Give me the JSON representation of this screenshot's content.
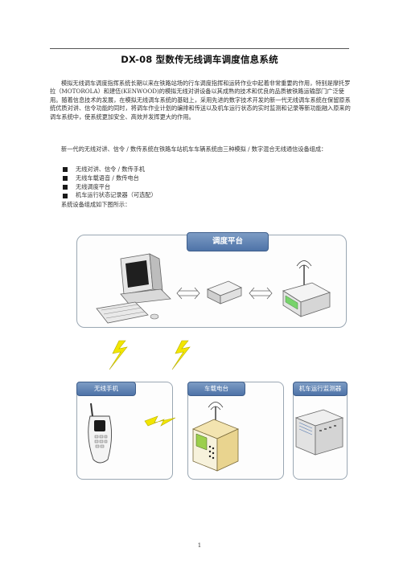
{
  "header": {
    "title": "DX-08 型数传无线调车调度信息系统"
  },
  "body": {
    "paragraph1": "模拟无线调车调度指挥系统长期以来在铁路站场的行车调度指挥和运转作业中起着非常重要的作用，特别是摩托罗拉（MOTOROLA）和建伍(KENWOOD)的模拟无线对讲设备以其成熟的技术和优良的品质被铁路运输部门广泛使用。随着信息技术的发展，在模拟无线调车系统的基础上，采用先进的数字技术开发的新一代无线调车系统在保留原系统优质对讲、信令功能的同时，将调车作业计划的编排和传送以及机车运行状态的实时监测和记录等新功能融入原来的调车系统中，使系统更加安全、高效并发挥更大的作用。",
    "paragraph2": "新一代的无线对讲、信令 / 数传系统在铁路车站机车车辆系统由三种模拟 / 数字混合无线通信设备组成：",
    "bullets": [
      "无线对讲、信令 / 数传手机",
      "无线车载语音 / 数传电台",
      "无线调度平台",
      "机车运行状态记录器（可选配）"
    ],
    "caption": "系统设备组成如下图所示："
  },
  "diagram": {
    "platform_label": "调度平台",
    "handset_label": "无线手机",
    "vehicle_radio_label": "车载电台",
    "monitor_label": "机车运行监测器",
    "accent_color": "#4e73a8",
    "lightning_color": "#f2e600"
  },
  "footer": {
    "page_number": "1"
  }
}
